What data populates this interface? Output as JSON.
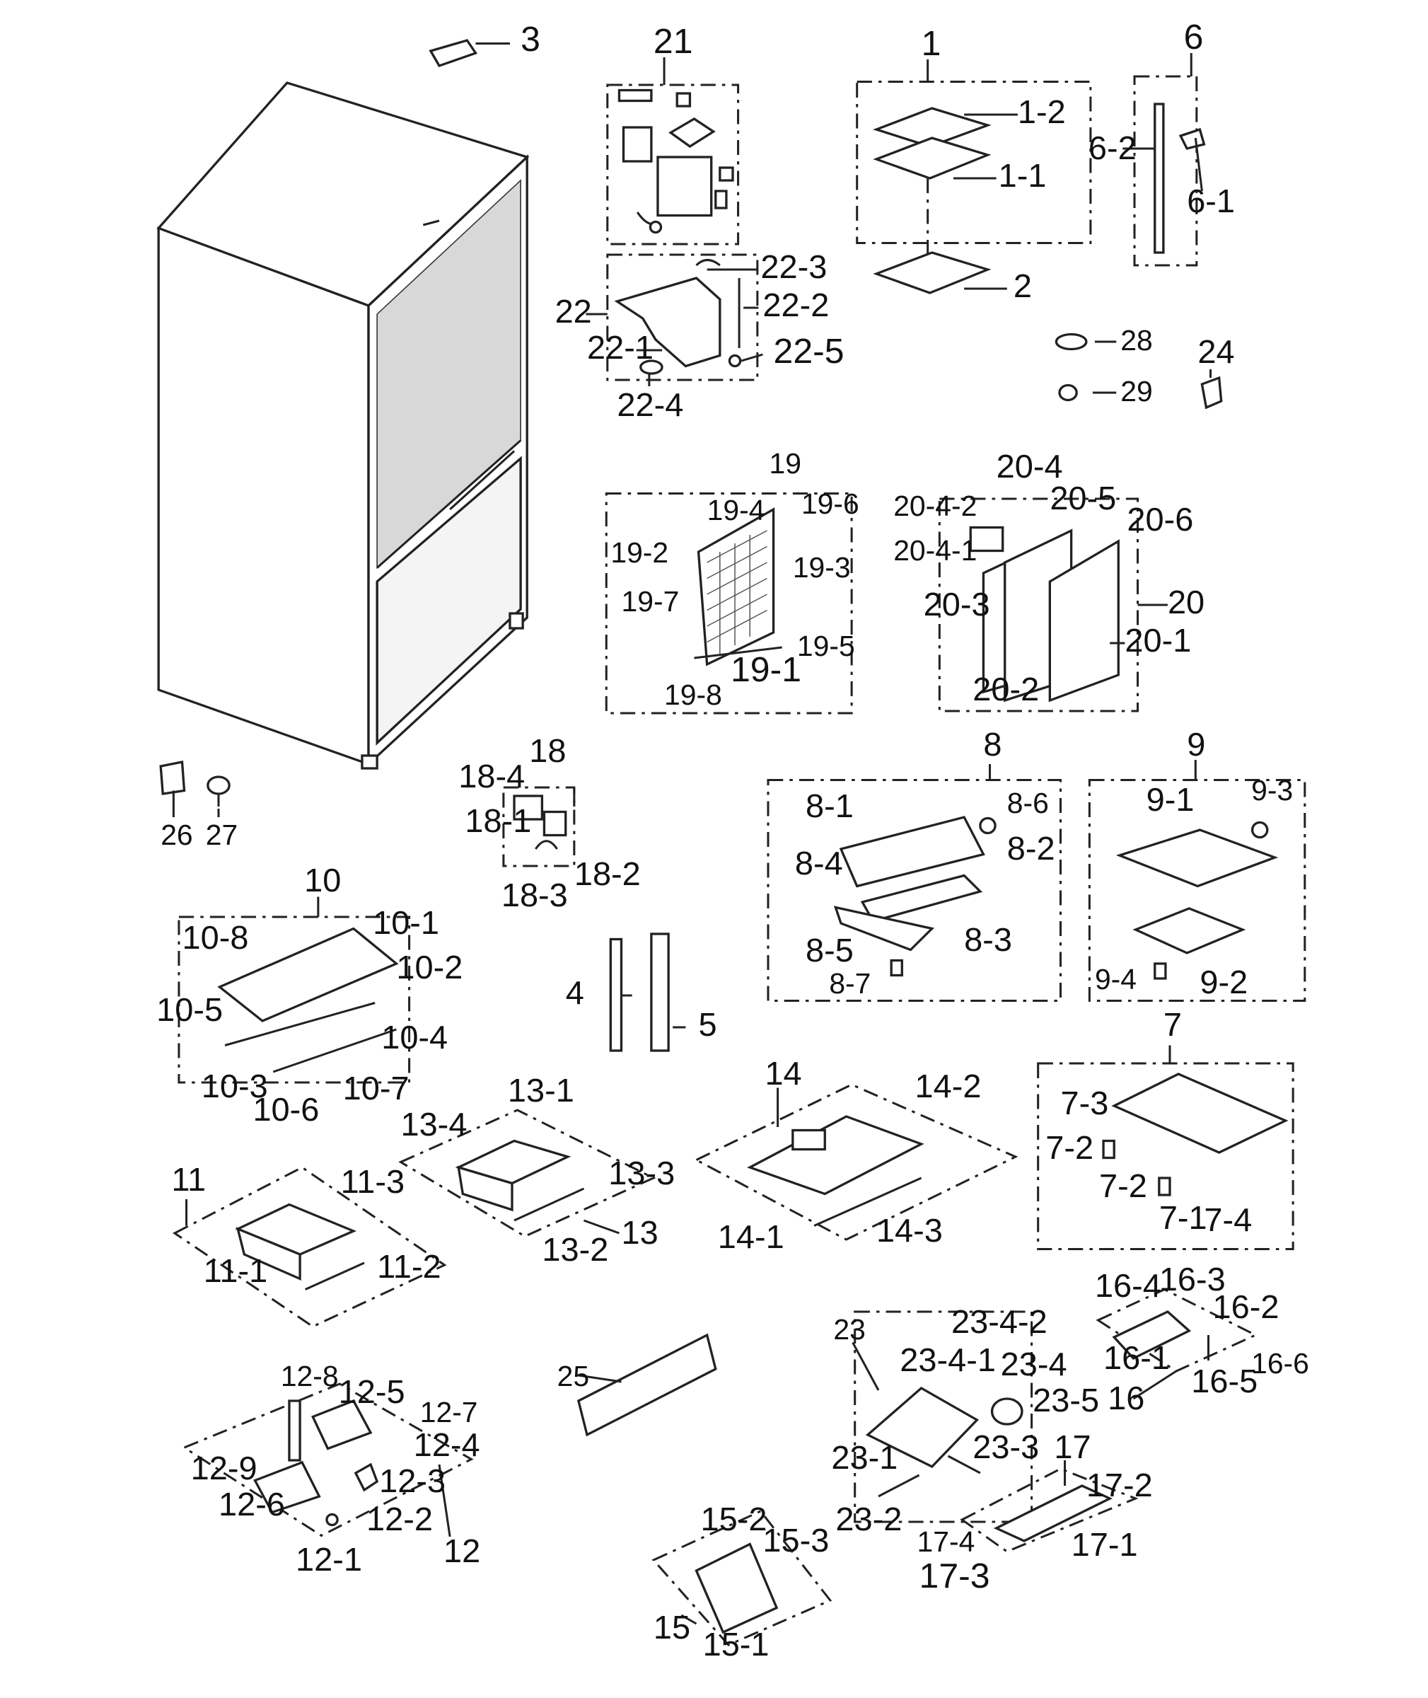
{
  "labels": {
    "p1": "1",
    "p1_1": "1-1",
    "p1_2": "1-2",
    "p2": "2",
    "p3": "3",
    "p4": "4",
    "p5": "5",
    "p6": "6",
    "p6_1": "6-1",
    "p6_2": "6-2",
    "p7": "7",
    "p7_1": "7-1",
    "p7_2a": "7-2",
    "p7_2b": "7-2",
    "p7_3": "7-3",
    "p7_4": "7-4",
    "p8": "8",
    "p8_1": "8-1",
    "p8_2": "8-2",
    "p8_3": "8-3",
    "p8_4": "8-4",
    "p8_5": "8-5",
    "p8_6": "8-6",
    "p8_7": "8-7",
    "p9": "9",
    "p9_1": "9-1",
    "p9_2": "9-2",
    "p9_3": "9-3",
    "p9_4": "9-4",
    "p10": "10",
    "p10_1": "10-1",
    "p10_2": "10-2",
    "p10_3": "10-3",
    "p10_4": "10-4",
    "p10_5": "10-5",
    "p10_6": "10-6",
    "p10_7": "10-7",
    "p10_8": "10-8",
    "p11": "11",
    "p11_1": "11-1",
    "p11_2": "11-2",
    "p11_3": "11-3",
    "p12": "12",
    "p12_1": "12-1",
    "p12_2": "12-2",
    "p12_3": "12-3",
    "p12_4": "12-4",
    "p12_5": "12-5",
    "p12_6": "12-6",
    "p12_7": "12-7",
    "p12_8": "12-8",
    "p12_9": "12-9",
    "p13": "13",
    "p13_1": "13-1",
    "p13_2": "13-2",
    "p13_3": "13-3",
    "p13_4": "13-4",
    "p14": "14",
    "p14_1": "14-1",
    "p14_2": "14-2",
    "p14_3": "14-3",
    "p15": "15",
    "p15_1": "15-1",
    "p15_2": "15-2",
    "p15_3": "15-3",
    "p16": "16",
    "p16_1": "16-1",
    "p16_2": "16-2",
    "p16_3": "16-3",
    "p16_4": "16-4",
    "p16_5": "16-5",
    "p16_6": "16-6",
    "p17": "17",
    "p17_1": "17-1",
    "p17_2": "17-2",
    "p17_3": "17-3",
    "p17_4": "17-4",
    "p18": "18",
    "p18_1": "18-1",
    "p18_2": "18-2",
    "p18_3": "18-3",
    "p18_4": "18-4",
    "p19": "19",
    "p19_1": "19-1",
    "p19_2": "19-2",
    "p19_3": "19-3",
    "p19_4": "19-4",
    "p19_5": "19-5",
    "p19_6": "19-6",
    "p19_7": "19-7",
    "p19_8": "19-8",
    "p20": "20",
    "p20_1": "20-1",
    "p20_2": "20-2",
    "p20_3": "20-3",
    "p20_4": "20-4",
    "p20_4_1": "20-4-1",
    "p20_4_2": "20-4-2",
    "p20_5": "20-5",
    "p20_6": "20-6",
    "p21": "21",
    "p22": "22",
    "p22_1": "22-1",
    "p22_2": "22-2",
    "p22_3": "22-3",
    "p22_4": "22-4",
    "p22_5": "22-5",
    "p23": "23",
    "p23_1": "23-1",
    "p23_2": "23-2",
    "p23_3": "23-3",
    "p23_4": "23-4",
    "p23_4_1": "23-4-1",
    "p23_4_2": "23-4-2",
    "p23_5": "23-5",
    "p24": "24",
    "p25": "25",
    "p26": "26",
    "p27": "27",
    "p28": "28",
    "p29": "29"
  }
}
